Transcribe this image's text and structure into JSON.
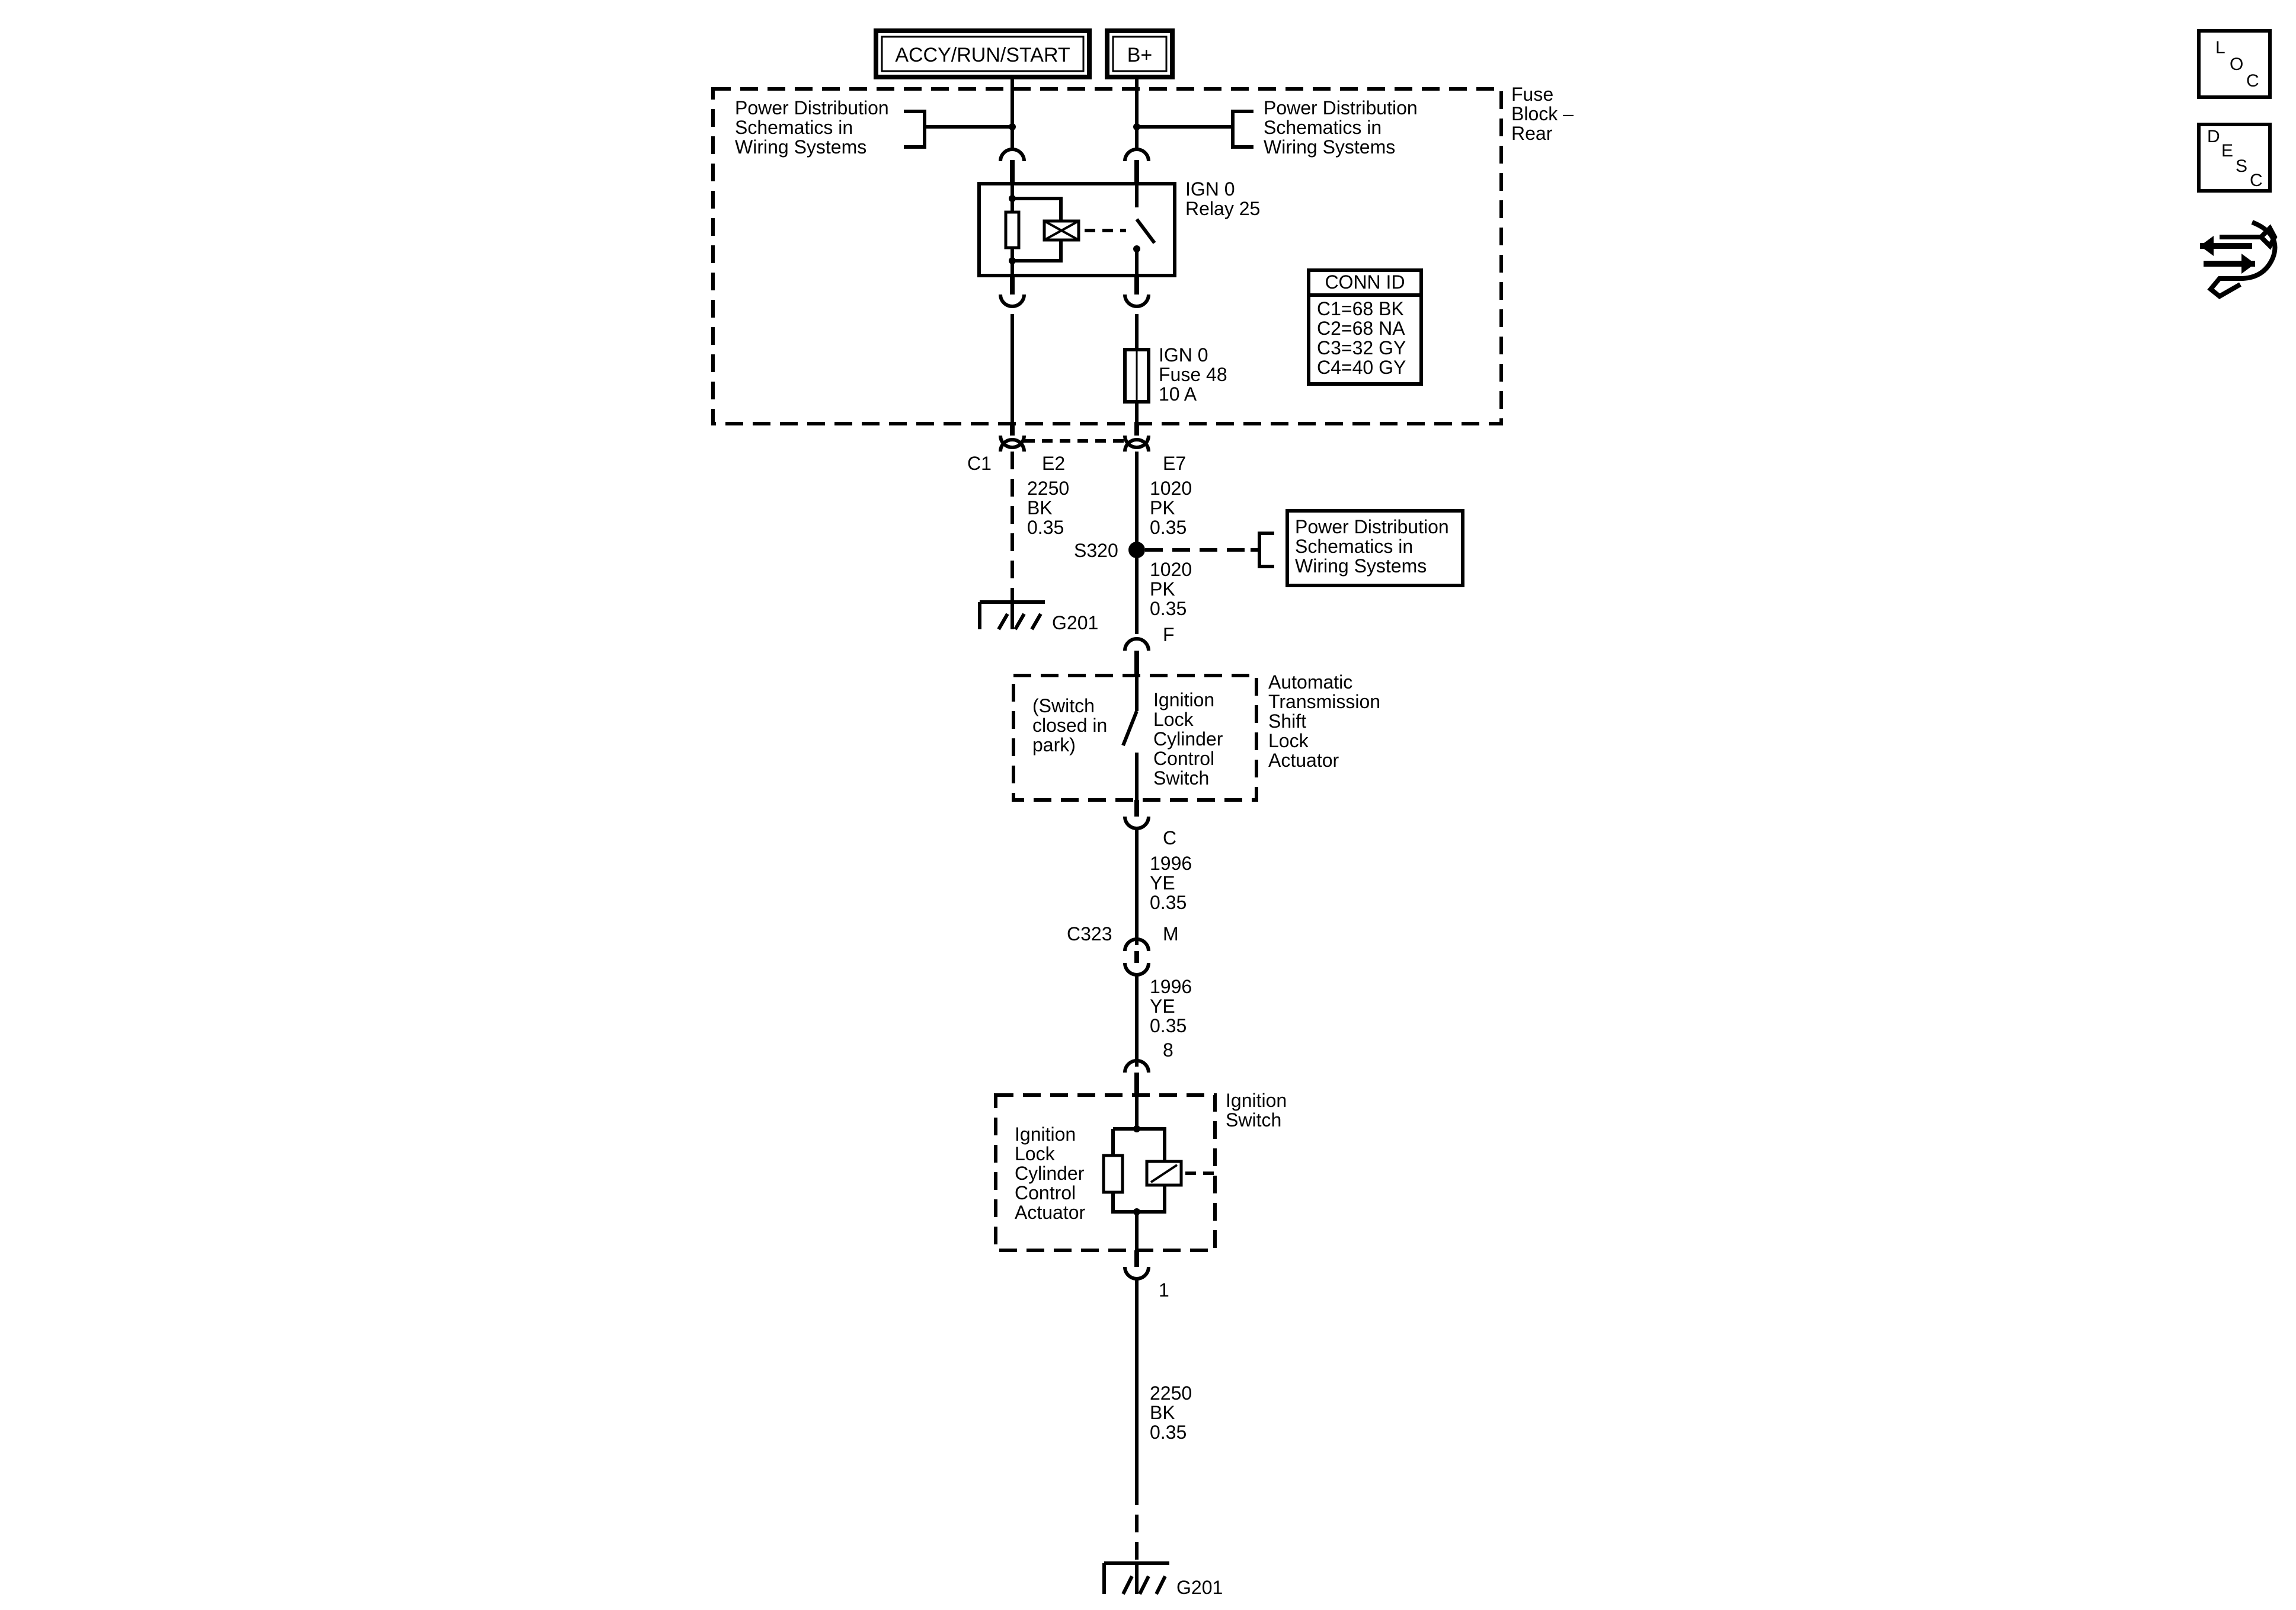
{
  "power_labels": {
    "accy": "ACCY/RUN/START",
    "bplus": "B+"
  },
  "fuse_block": {
    "title_l1": "Fuse",
    "title_l2": "Block –",
    "title_l3": "Rear"
  },
  "pd_ref": {
    "l1": "Power Distribution",
    "l2": "Schematics in",
    "l3": "Wiring Systems"
  },
  "relay": {
    "l1": "IGN 0",
    "l2": "Relay 25"
  },
  "fuse": {
    "l1": "IGN 0",
    "l2": "Fuse 48",
    "l3": "10 A"
  },
  "conn_id": {
    "header": "CONN ID",
    "rows": [
      "C1=68 BK",
      "C2=68 NA",
      "C3=32 GY",
      "C4=40 GY"
    ]
  },
  "connector_c1": {
    "name": "C1",
    "pin_e2": "E2",
    "pin_e7": "E7"
  },
  "wire_2250a": {
    "circuit": "2250",
    "color": "BK",
    "size": "0.35"
  },
  "wire_1020a": {
    "circuit": "1020",
    "color": "PK",
    "size": "0.35"
  },
  "splice": {
    "name": "S320"
  },
  "wire_1020b": {
    "circuit": "1020",
    "color": "PK",
    "size": "0.35"
  },
  "ground_top": {
    "name": "G201"
  },
  "pin_f": "F",
  "shift_lock": {
    "note_l1": "(Switch",
    "note_l2": "closed in",
    "note_l3": "park)",
    "sw_l1": "Ignition",
    "sw_l2": "Lock",
    "sw_l3": "Cylinder",
    "sw_l4": "Control",
    "sw_l5": "Switch",
    "comp_l1": "Automatic",
    "comp_l2": "Transmission",
    "comp_l3": "Shift",
    "comp_l4": "Lock",
    "comp_l5": "Actuator"
  },
  "pin_c": "C",
  "wire_1996a": {
    "circuit": "1996",
    "color": "YE",
    "size": "0.35"
  },
  "c323": {
    "name": "C323",
    "pin": "M"
  },
  "wire_1996b": {
    "circuit": "1996",
    "color": "YE",
    "size": "0.35"
  },
  "pin_8": "8",
  "ignition_switch": {
    "title_l1": "Ignition",
    "title_l2": "Switch",
    "act_l1": "Ignition",
    "act_l2": "Lock",
    "act_l3": "Cylinder",
    "act_l4": "Control",
    "act_l5": "Actuator"
  },
  "pin_1": "1",
  "wire_2250b": {
    "circuit": "2250",
    "color": "BK",
    "size": "0.35"
  },
  "ground_bottom": {
    "name": "G201"
  },
  "nav_icons": {
    "loc": {
      "l": "L",
      "o": "O",
      "c": "C"
    },
    "desc": {
      "d": "D",
      "e": "E",
      "s": "S",
      "c": "C"
    }
  }
}
